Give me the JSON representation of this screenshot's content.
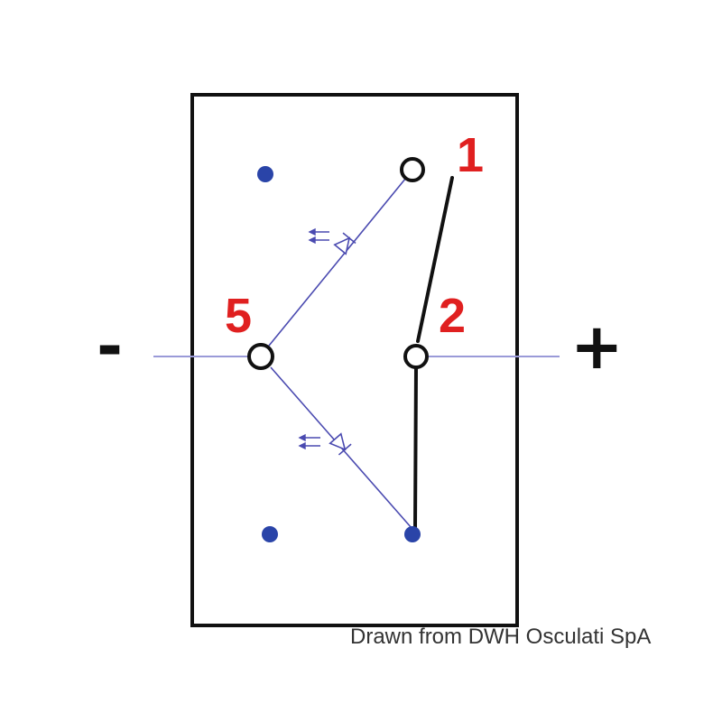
{
  "labels": {
    "terminal_1": "1",
    "terminal_2": "2",
    "terminal_5": "5",
    "negative": "-",
    "positive": "+"
  },
  "credit": "Drawn from DWH Osculati SpA",
  "colors": {
    "outline": "#111111",
    "number_labels": "#e02020",
    "wire": "#9a9ad8",
    "led_wire": "#4a4ab0",
    "dot": "#2a44a8",
    "switch_lever": "#111111",
    "credit_text": "#333333"
  },
  "icons": {
    "led_top": "led-diode-icon",
    "led_bottom": "led-diode-icon"
  }
}
